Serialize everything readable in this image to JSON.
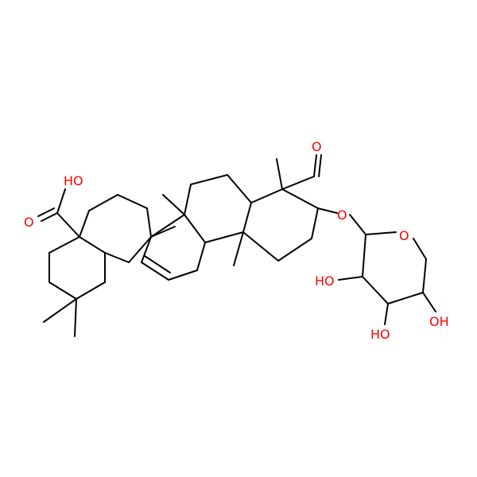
{
  "figure": {
    "type": "chemical-structure",
    "background": "#ffffff",
    "bond_color": "#000000",
    "heteroatom_color": "#ff0000"
  },
  "labels": {
    "carboxylic_acid_oh": "HO",
    "carboxylic_acid_o": "O",
    "aldehyde_o": "O",
    "ether_o": "O",
    "ring_o": "O",
    "hydroxyl_1": "HO",
    "hydroxyl_2": "HO",
    "hydroxyl_3": "OH"
  }
}
